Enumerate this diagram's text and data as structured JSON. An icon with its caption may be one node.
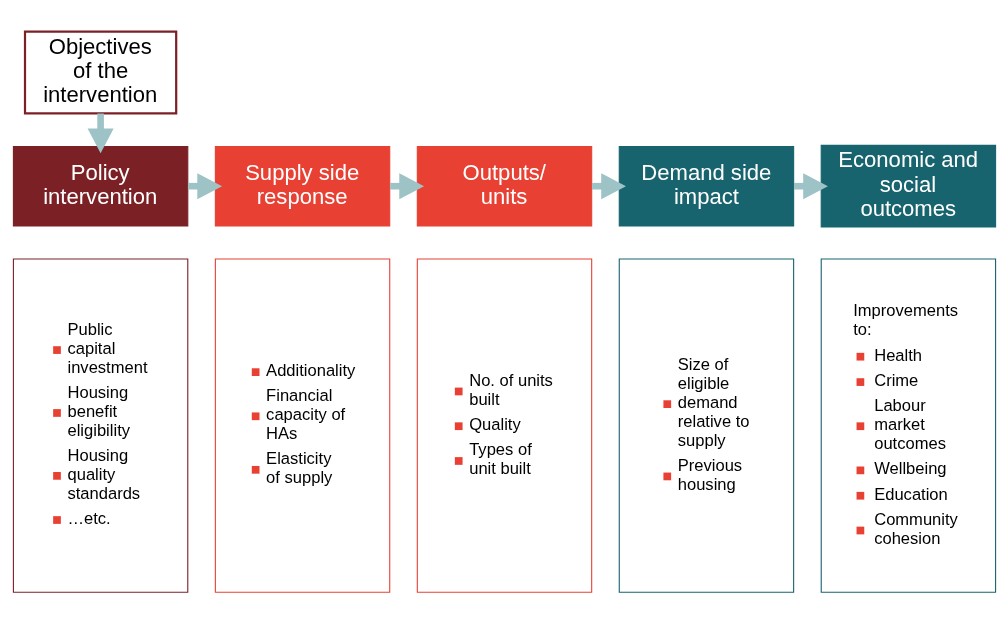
{
  "diagram": {
    "nodes": [
      {
        "text": [
          "Objectives of the intervention"
        ]
      },
      {
        "text": [
          "Policy intervention"
        ]
      },
      {
        "text": [
          "Supply side response"
        ]
      },
      {
        "text": [
          "Outputs/ units"
        ]
      },
      {
        "text": [
          "Demand side impact"
        ]
      },
      {
        "text": [
          "Economic and social outcomes"
        ]
      },
      {
        "text": [
          "Public capital investment",
          "Housing benefit eligibility",
          "Housing quality standards",
          "…etc."
        ]
      },
      {
        "text": [
          "Additionality",
          "Financial capacity of HAs",
          "Elasticity of supply"
        ]
      },
      {
        "text": [
          "No. of units built",
          "Quality",
          "Types of unit built"
        ]
      },
      {
        "text": [
          "Size of eligible demand relative to supply",
          "Previous housing"
        ]
      },
      {
        "text": [
          "Improvements to:",
          "Health",
          "Crime",
          "Labour market outcomes",
          "Wellbeing",
          "Education",
          "Community cohesion"
        ]
      }
    ],
    "edges": [
      {
        "from": 0,
        "to": 1,
        "arrow": "to"
      },
      {
        "from": 1,
        "to": 2,
        "arrow": "to"
      },
      {
        "from": 2,
        "to": 3,
        "arrow": "to"
      },
      {
        "from": 3,
        "to": 4,
        "arrow": "to"
      },
      {
        "from": 4,
        "to": 5,
        "arrow": "to"
      }
    ]
  }
}
